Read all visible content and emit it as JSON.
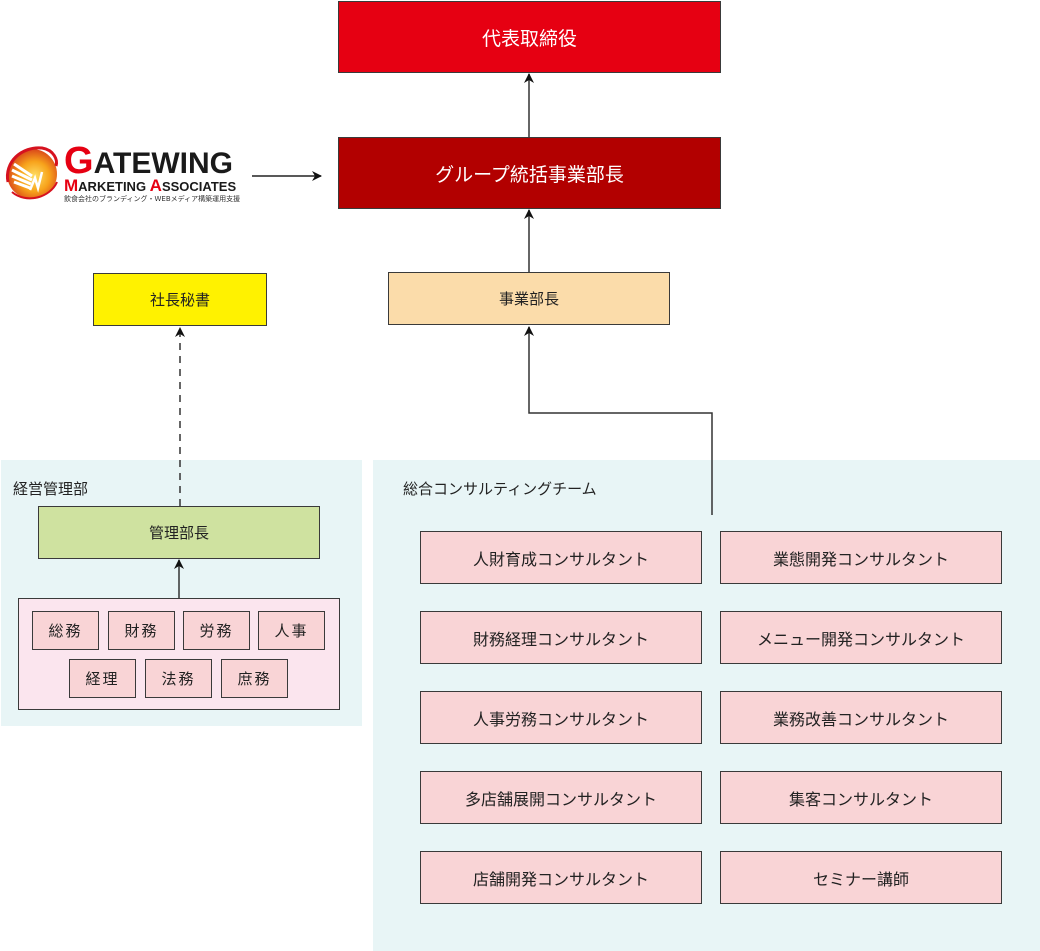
{
  "logo": {
    "brand_cap": "G",
    "brand_rest": "ATEWING",
    "sub_cap1": "M",
    "sub_rest1": "ARKETING ",
    "sub_cap2": "A",
    "sub_rest2": "SSOCIATES",
    "tagline": "飲食会社のブランディング・WEBメディア構築運用支援",
    "icon": "winged-globe-logo-icon"
  },
  "nodes": {
    "ceo": "代表取締役",
    "group_gm": "グループ統括事業部長",
    "secretary": "社長秘書",
    "business_mgr": "事業部長"
  },
  "management": {
    "title": "経営管理部",
    "manager": "管理部長",
    "depts_row1": [
      "総務",
      "財務",
      "労務",
      "人事"
    ],
    "depts_row2": [
      "経理",
      "法務",
      "庶務"
    ]
  },
  "consulting": {
    "title": "総合コンサルティングチーム",
    "members": [
      [
        "人財育成コンサルタント",
        "業態開発コンサルタント"
      ],
      [
        "財務経理コンサルタント",
        "メニュー開発コンサルタント"
      ],
      [
        "人事労務コンサルタント",
        "業務改善コンサルタント"
      ],
      [
        "多店舗展開コンサルタント",
        "集客コンサルタント"
      ],
      [
        "店舗開発コンサルタント",
        "セミナー講師"
      ]
    ]
  },
  "colors": {
    "ceo": "#e60012",
    "group_gm": "#b20000",
    "secretary": "#fff200",
    "business_mgr": "#fbdcaa",
    "manager": "#cfe2a0",
    "panel_bg": "#e8f5f6",
    "member_bg": "#f9d4d6",
    "dept_group_bg": "#fbe5ee"
  }
}
